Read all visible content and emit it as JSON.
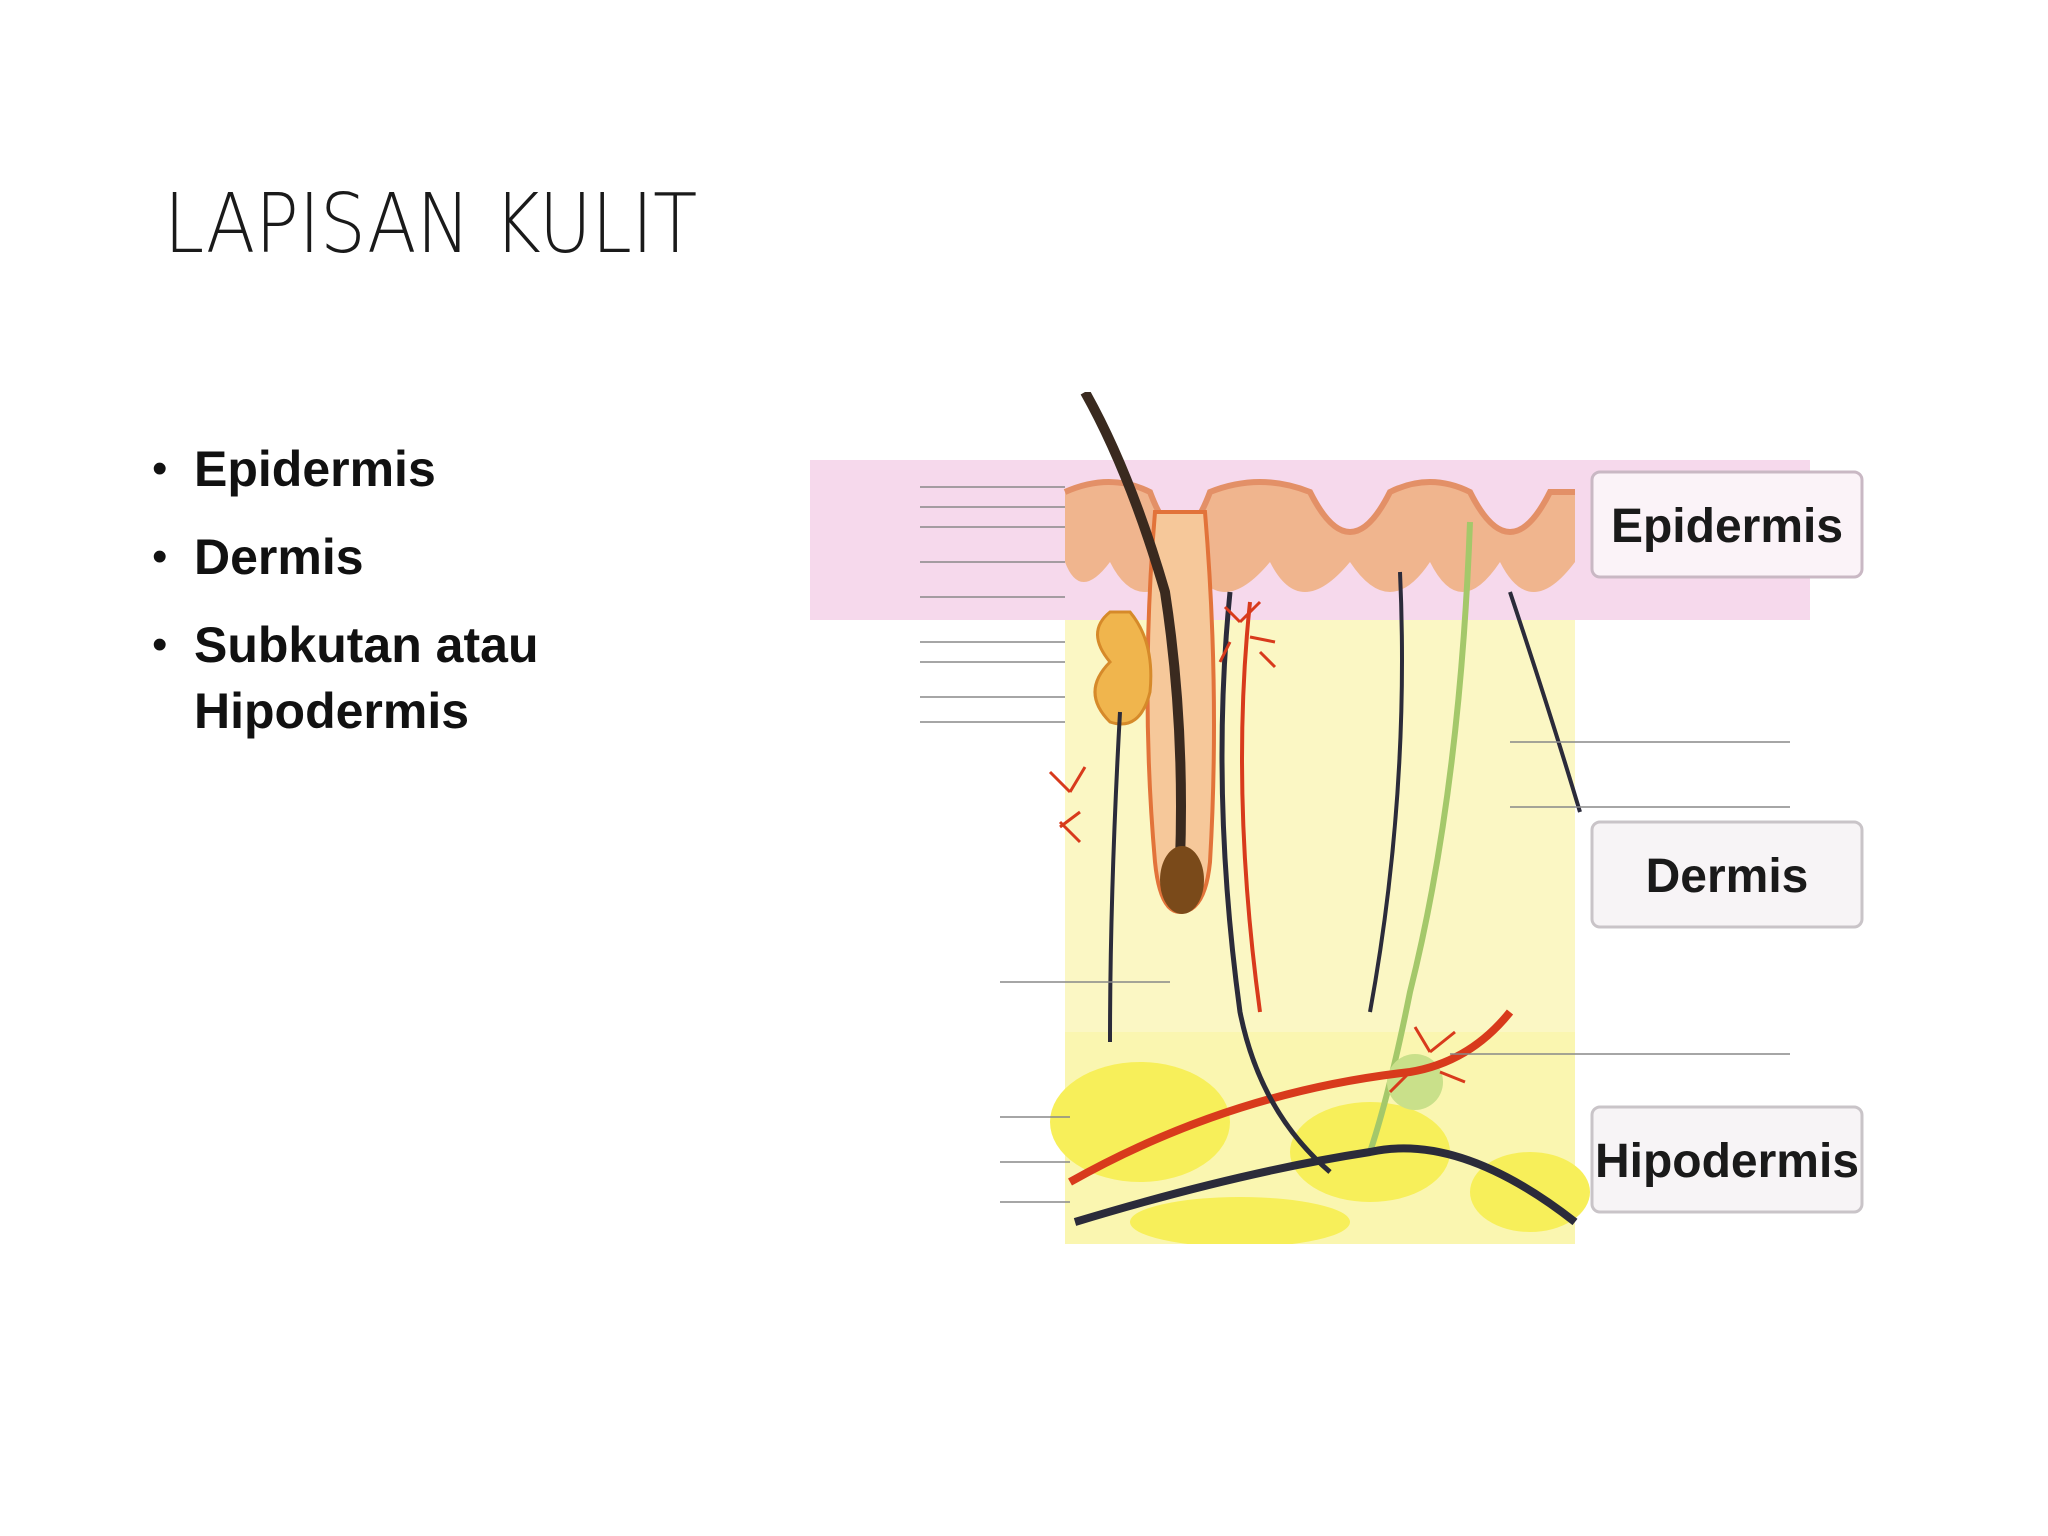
{
  "slide": {
    "title": "LAPISAN KULIT",
    "bullets": [
      {
        "text": "Epidermis"
      },
      {
        "text": "Dermis"
      },
      {
        "text": "Subkutan atau Hipodermis"
      }
    ]
  },
  "figure": {
    "layer_labels": [
      "Epidermis",
      "Dermis",
      "Hipodermis"
    ],
    "colors": {
      "epidermis_band": "#f6d9ec",
      "dermis": "#fbf7c4",
      "hypodermis_fat": "#f7ef5a",
      "hair": "#3a2a1f",
      "vessel_red": "#d83a1c",
      "vessel_dark": "#2b2b3a",
      "nerve": "#a4c86a"
    }
  }
}
